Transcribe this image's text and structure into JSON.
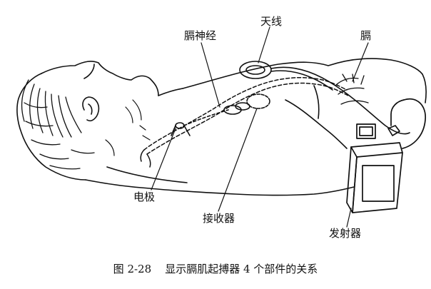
{
  "labels": {
    "antenna": "天线",
    "phrenic_nerve": "膈神经",
    "diaphragm": "膈",
    "electrode": "电极",
    "receiver": "接收器",
    "transmitter": "发射器"
  },
  "caption": {
    "number": "图 2-28",
    "text": "显示膈肌起搏器 4 个部件的关系"
  },
  "colors": {
    "ink": "#111111",
    "background": "#ffffff"
  }
}
